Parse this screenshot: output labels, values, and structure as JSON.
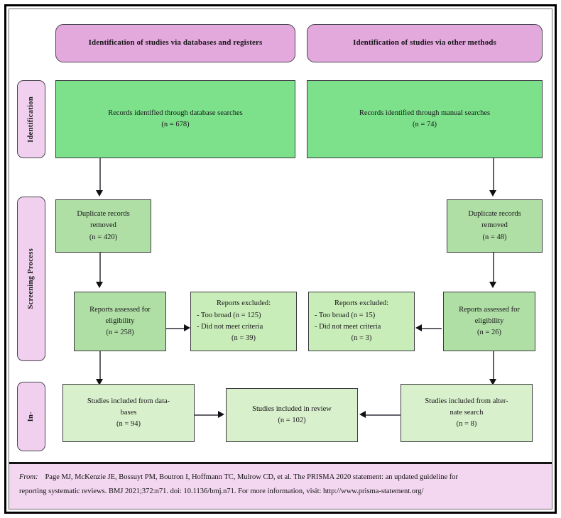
{
  "diagram": {
    "title": "PRISMA 2020 flow diagram",
    "colors": {
      "header_pill": "#e3a8dc",
      "stage_pill": "#f0d0ee",
      "green_strong": "#7de08b",
      "green_mid": "#b0dfa5",
      "green_soft": "#c8edb8",
      "green_pale": "#d9f0cc",
      "footer_bg": "#f3d6ef",
      "frame": "#000000",
      "connector": "#63626a",
      "arrowhead": "#111114"
    }
  },
  "headers": {
    "left": "Identification of studies via databases and registers",
    "right": "Identification of studies via other methods"
  },
  "stages": {
    "identification": "Identification",
    "screening": "Screening Process",
    "included": "In-"
  },
  "boxes": {
    "records_db": {
      "line1": "Records identified through database searches",
      "line2": "(n = 678)",
      "n": 678
    },
    "records_manual": {
      "line1": "Records identified through manual searches",
      "line2": "(n = 74)",
      "n": 74
    },
    "dup_left": {
      "line1": "Duplicate records",
      "line2": "removed",
      "line3": "(n = 420)",
      "n": 420
    },
    "dup_right": {
      "line1": "Duplicate records",
      "line2": "removed",
      "line3": "(n = 48)",
      "n": 48
    },
    "assessed_left": {
      "line1": "Reports assessed for",
      "line2": "eligibility",
      "line3": "(n = 258)",
      "n": 258
    },
    "assessed_right": {
      "line1": "Reports assessed for",
      "line2": "eligibility",
      "line3": "(n = 26)",
      "n": 26
    },
    "excluded_left": {
      "title": "Reports excluded:",
      "reason1": "- Too broad (n = 125)",
      "reason2": "- Did not meet criteria",
      "reason2_n": "(n = 39)",
      "too_broad_n": 125,
      "did_not_meet_n": 39
    },
    "excluded_right": {
      "title": "Reports excluded:",
      "reason1": "- Too broad (n = 15)",
      "reason2": "- Did not meet criteria",
      "reason2_n": "(n = 3)",
      "too_broad_n": 15,
      "did_not_meet_n": 3
    },
    "included_db": {
      "line1": "Studies included from data-",
      "line2": "bases",
      "line3": "(n = 94)",
      "n": 94
    },
    "included_review": {
      "line1": "Studies included in review",
      "line2": "(n = 102)",
      "n": 102
    },
    "included_alt": {
      "line1": "Studies included from alter-",
      "line2": "nate search",
      "line3": "(n = 8)",
      "n": 8
    }
  },
  "footer": {
    "from_label": "From:",
    "line1": "Page MJ, McKenzie JE, Bossuyt PM, Boutron I, Hoffmann TC, Mulrow CD, et al. The PRISMA 2020 statement: an updated guideline for",
    "line2": "reporting systematic reviews. BMJ 2021;372:n71. doi: 10.1136/bmj.n71. For more information, visit: http://www.prisma-statement.org/"
  }
}
